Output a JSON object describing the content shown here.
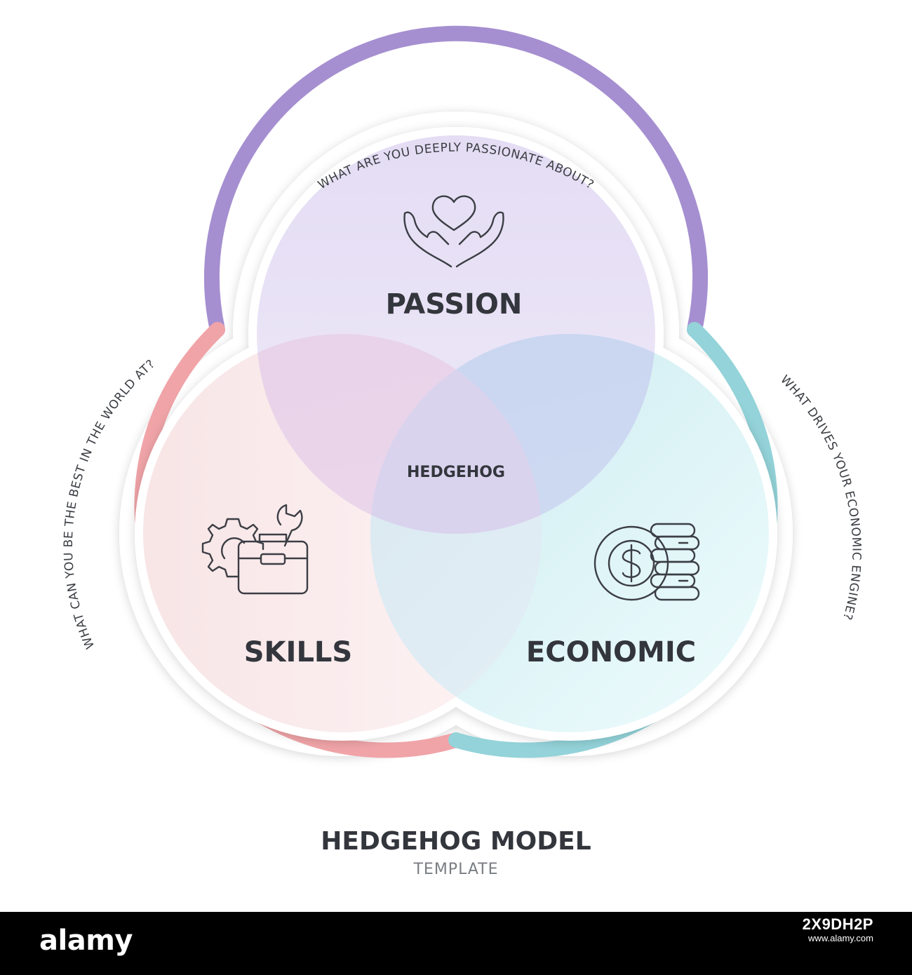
{
  "circles": {
    "passion": {
      "label": "PASSION",
      "question": "WHAT ARE YOU DEEPLY PASSIONATE ABOUT?",
      "icon": "heart-in-hands-icon",
      "color": "#a58fd0"
    },
    "skills": {
      "label": "SKILLS",
      "question": "WHAT CAN YOU BE THE BEST IN THE WORLD AT?",
      "icon": "gear-wrench-briefcase-icon",
      "color": "#f0a4a8"
    },
    "economic": {
      "label": "ECONOMIC",
      "question": "WHAT DRIVES YOUR ECONOMIC ENGINE?",
      "icon": "dollar-coins-icon",
      "color": "#93d3d9"
    }
  },
  "center_label": "HEDGEHOG",
  "title": "HEDGEHOG MODEL",
  "subtitle": "TEMPLATE",
  "watermark": {
    "brand": "alamy",
    "image_id": "2X9DH2P",
    "site": "www.alamy.com"
  }
}
